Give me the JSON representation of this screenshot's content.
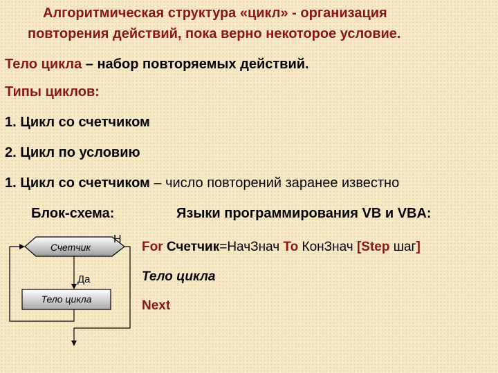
{
  "heading": {
    "line1": "Алгоритмическая структура «цикл» - организация",
    "line2": "повторения действий, пока верно некоторое условие."
  },
  "body_def": {
    "term": "Тело цикла",
    "rest": " – набор повторяемых действий."
  },
  "types_header": "Типы циклов:",
  "type1": "1. Цикл со счетчиком",
  "type2": "2. Цикл по условию",
  "counter_loop": {
    "term": "1. Цикл со счетчиком",
    "rest": " – число повторений заранее известно"
  },
  "flowchart_title": "Блок-схема:",
  "languages_title": "Языки программирования VB и VBA:",
  "flowchart": {
    "condition": "Счетчик",
    "no_label": "Н",
    "yes_label": "Да",
    "body": "Тело цикла"
  },
  "code": {
    "for_kw": "For",
    "counter": "Счетчик",
    "eq_start": "=НачЗнач",
    "to_kw": "To",
    "end_val": "КонЗнач",
    "step_open": "[Step",
    "step_val": "шаг",
    "step_close": "]",
    "body_line": "Тело цикла",
    "next_kw": "Next"
  }
}
